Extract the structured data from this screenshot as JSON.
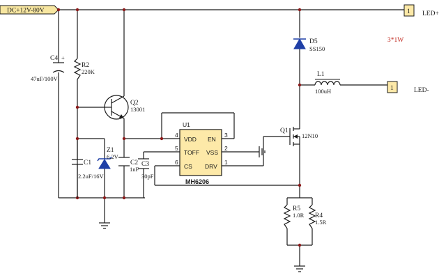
{
  "supply": {
    "label": "DC+12V-80V"
  },
  "components": {
    "c4": {
      "ref": "C4",
      "value": "47uF/100V"
    },
    "r2": {
      "ref": "R2",
      "value": "220K"
    },
    "q2": {
      "ref": "Q2",
      "value": "13001"
    },
    "c1": {
      "ref": "C1",
      "value": "2.2uF/16V"
    },
    "z1": {
      "ref": "Z1",
      "value": "6.2V"
    },
    "c2": {
      "ref": "C2",
      "value": "1nF"
    },
    "c3": {
      "ref": "C3",
      "value": "30pF"
    },
    "d5": {
      "ref": "D5",
      "value": "SS150"
    },
    "l1": {
      "ref": "L1",
      "value": "100uH"
    },
    "q1": {
      "ref": "Q1",
      "value": "12N10"
    },
    "r5": {
      "ref": "R5",
      "value": "1.0R"
    },
    "r4": {
      "ref": "R4",
      "value": "1.5R"
    },
    "u1": {
      "ref": "U1",
      "part": "MH6206",
      "pins_left": [
        {
          "num": "4",
          "name": "VDD"
        },
        {
          "num": "5",
          "name": "TOFF"
        },
        {
          "num": "6",
          "name": "CS"
        }
      ],
      "pins_right": [
        {
          "num": "3",
          "name": "EN"
        },
        {
          "num": "2",
          "name": "VSS"
        },
        {
          "num": "1",
          "name": "DRV"
        }
      ]
    }
  },
  "connectors": {
    "led_plus": {
      "pin": "1",
      "label": "LED+"
    },
    "led_minus": {
      "pin": "1",
      "label": "LED-"
    }
  },
  "note": "3*1W",
  "colors": {
    "wire": "#1a1a1a",
    "ic_fill": "#fde9a8",
    "node": "#8b1a1a",
    "diode": "#1f3fa6",
    "arrow_fill": "#f7e6a0",
    "note": "#c0281e"
  }
}
